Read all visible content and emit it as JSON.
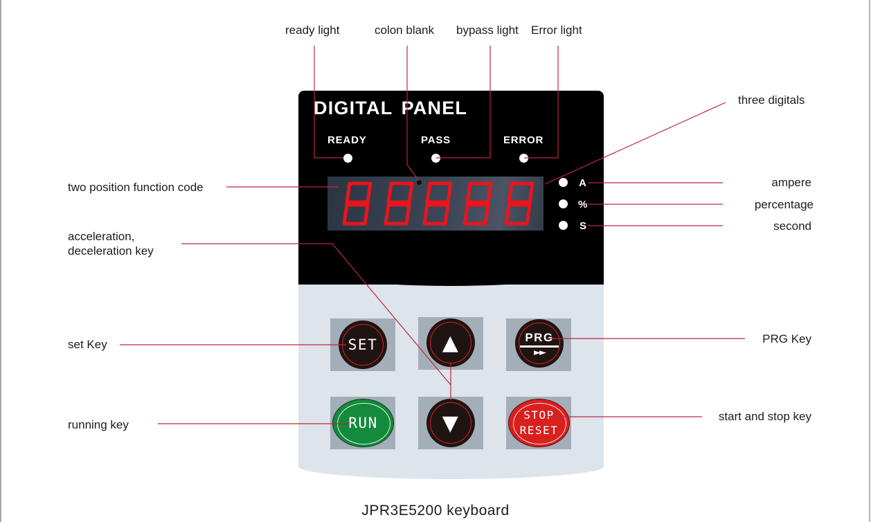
{
  "panel": {
    "title": "DIGITAL PANEL",
    "indicators": [
      {
        "label": "READY",
        "callout": "ready light"
      },
      {
        "label": "PASS",
        "callout": "bypass light"
      },
      {
        "label": "ERROR",
        "callout": "Error light"
      }
    ],
    "display": {
      "digit_count": 5,
      "digit_glyph": "8",
      "segment_color": "#e8141e",
      "colon_callout": "colon blank",
      "function_code_callout": "two position function code",
      "digits_callout": "three digitals"
    },
    "units": [
      {
        "label": "A",
        "callout": "ampere"
      },
      {
        "label": "%",
        "callout": "percentage"
      },
      {
        "label": "S",
        "callout": "second"
      }
    ]
  },
  "keys": {
    "set": {
      "label": "SET",
      "callout": "set Key"
    },
    "up": {
      "glyph": "▲"
    },
    "down": {
      "glyph": "▼"
    },
    "updown_callout_line1": "acceleration,",
    "updown_callout_line2": "deceleration key",
    "prg": {
      "label": "PRG",
      "sub_glyph": "►►",
      "callout": "PRG Key"
    },
    "run": {
      "label": "RUN",
      "callout": "running key",
      "color": "#138a3c"
    },
    "stop": {
      "label_line1": "STOP",
      "label_line2": "RESET",
      "callout": "start and stop key",
      "color": "#d8201e"
    }
  },
  "colors": {
    "leader_line": "#b8283c",
    "panel_black": "#000000",
    "keypad_bg": "#dde4ec",
    "key_pad_gray": "#a4aeb8",
    "key_dark": "#1e1412"
  },
  "caption": "JPR3E5200 keyboard"
}
